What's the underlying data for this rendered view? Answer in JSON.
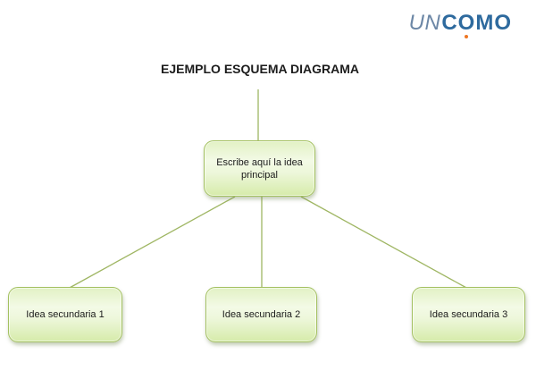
{
  "header": {
    "title": "EJEMPLO ESQUEMA DIAGRAMA"
  },
  "logo": {
    "prefix": "UN",
    "como_c": "C",
    "como_o": "O",
    "como_rest": "MO",
    "prefix_color": "#6c87a6",
    "brand_color": "#2e6a9e",
    "dot_color": "#ee7623"
  },
  "diagram": {
    "nodes": [
      {
        "id": "main-idea",
        "label": "Escribe aquí la idea principal"
      },
      {
        "id": "secondary-1",
        "label": "Idea secundaria 1"
      },
      {
        "id": "secondary-2",
        "label": "Idea secundaria 2"
      },
      {
        "id": "secondary-3",
        "label": "Idea secundaria 3"
      }
    ],
    "colors": {
      "node_border": "#a4c161",
      "node_fill_top": "#e2f1c4",
      "node_fill_mid": "#f3fae6",
      "node_fill_bottom": "#d6ebaa",
      "connector": "#9fb663"
    }
  }
}
